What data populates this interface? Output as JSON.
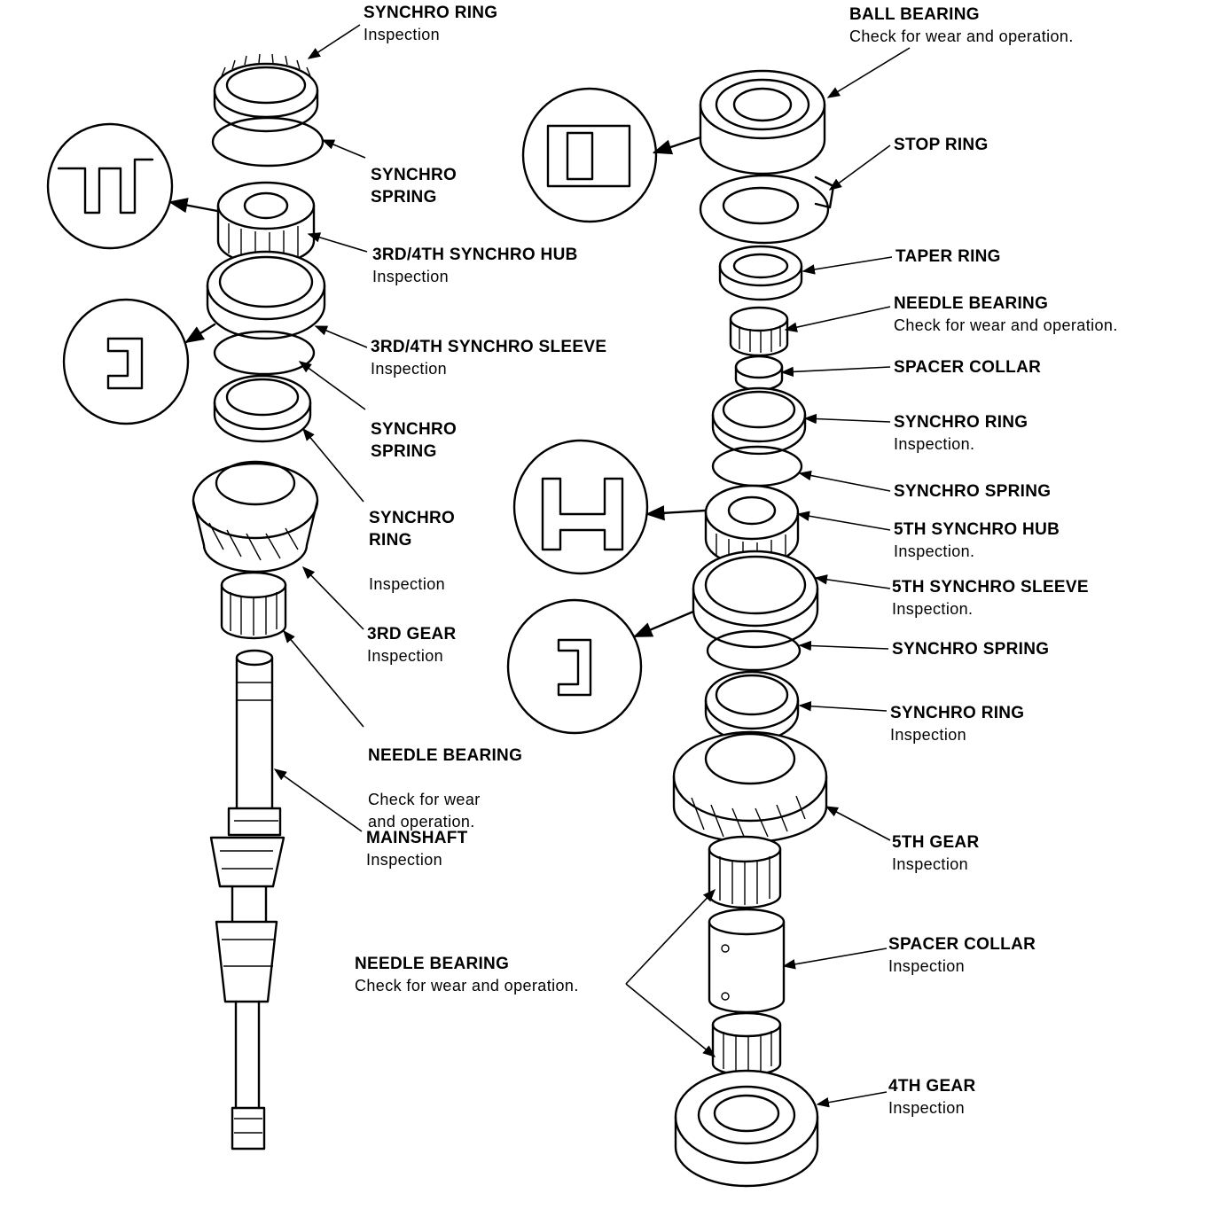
{
  "labels": {
    "synchro_ring_1": {
      "title": "SYNCHRO RING",
      "desc": "Inspection"
    },
    "synchro_spring_1": {
      "title": "SYNCHRO\nSPRING"
    },
    "hub_34": {
      "title": "3RD/4TH SYNCHRO HUB",
      "desc": "Inspection"
    },
    "sleeve_34": {
      "title": "3RD/4TH SYNCHRO SLEEVE",
      "desc": "Inspection"
    },
    "synchro_spring_2": {
      "title": "SYNCHRO\nSPRING"
    },
    "synchro_ring_2": {
      "title": "SYNCHRO\nRING",
      "desc": "Inspection"
    },
    "gear_3rd": {
      "title": "3RD GEAR",
      "desc": "Inspection"
    },
    "needle_bearing_1": {
      "title": "NEEDLE BEARING",
      "desc": "Check for wear\nand operation."
    },
    "mainshaft": {
      "title": "MAINSHAFT",
      "desc": "Inspection"
    },
    "needle_bearing_2": {
      "title": "NEEDLE BEARING",
      "desc": "Check for wear and operation."
    },
    "ball_bearing": {
      "title": "BALL BEARING",
      "desc": "Check for wear and operation."
    },
    "stop_ring": {
      "title": "STOP RING"
    },
    "taper_ring": {
      "title": "TAPER RING"
    },
    "needle_bearing_3": {
      "title": "NEEDLE BEARING",
      "desc": "Check for wear and operation."
    },
    "spacer_collar_1": {
      "title": "SPACER COLLAR"
    },
    "synchro_ring_3": {
      "title": "SYNCHRO RING",
      "desc": "Inspection."
    },
    "synchro_spring_3": {
      "title": "SYNCHRO SPRING"
    },
    "hub_5th": {
      "title": "5TH SYNCHRO HUB",
      "desc": "Inspection."
    },
    "sleeve_5th": {
      "title": "5TH SYNCHRO SLEEVE",
      "desc": "Inspection."
    },
    "synchro_spring_4": {
      "title": "SYNCHRO SPRING"
    },
    "synchro_ring_4": {
      "title": "SYNCHRO RING",
      "desc": "Inspection"
    },
    "gear_5th": {
      "title": "5TH GEAR",
      "desc": "Inspection"
    },
    "spacer_collar_2": {
      "title": "SPACER COLLAR",
      "desc": "Inspection"
    },
    "gear_4th": {
      "title": "4TH GEAR",
      "desc": "Inspection"
    }
  },
  "colors": {
    "line": "#000000",
    "background": "#ffffff"
  }
}
